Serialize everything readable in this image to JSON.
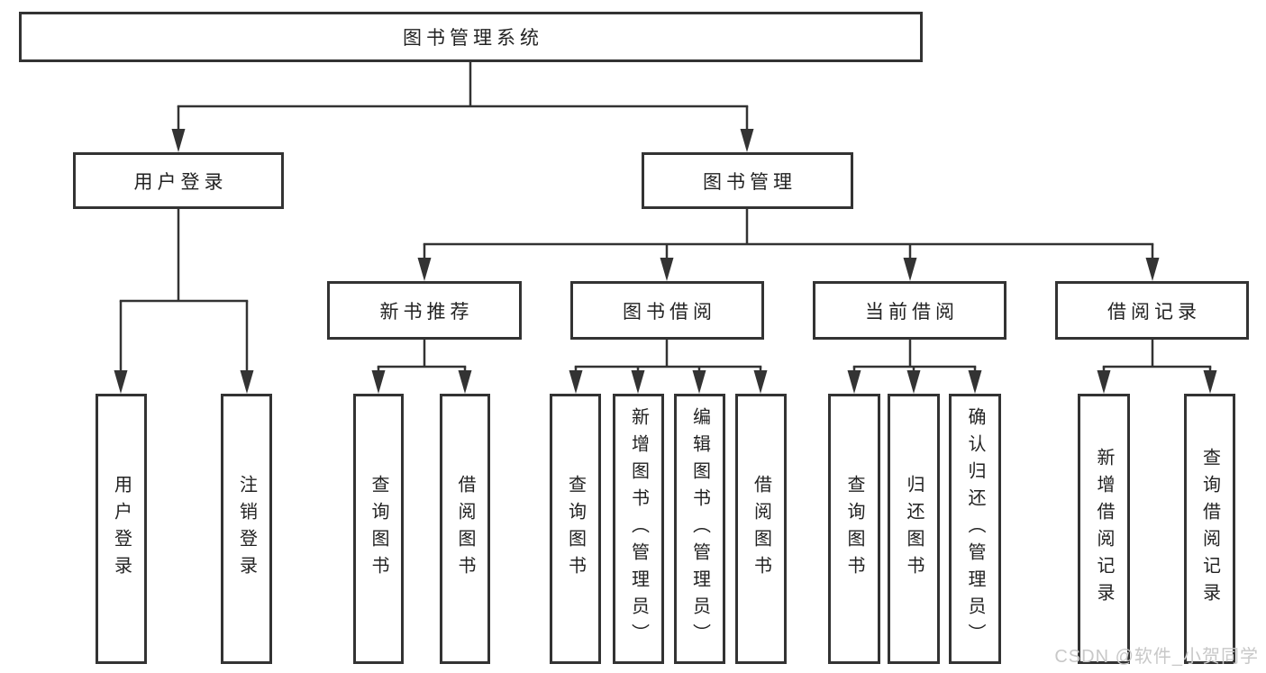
{
  "diagram": {
    "root": "图书管理系统",
    "level2": {
      "user_login": "用户登录",
      "book_management": "图书管理"
    },
    "level3": {
      "new_book_recommend": "新书推荐",
      "book_borrow": "图书借阅",
      "current_borrow": "当前借阅",
      "borrow_records": "借阅记录"
    },
    "leaves": {
      "user_login": [
        "用户登录",
        "注销登录"
      ],
      "new_book_recommend": [
        "查询图书",
        "借阅图书"
      ],
      "book_borrow": [
        "查询图书",
        "新增图书（管理员）",
        "编辑图书（管理员）",
        "借阅图书"
      ],
      "current_borrow": [
        "查询图书",
        "归还图书",
        "确认归还（管理员）"
      ],
      "borrow_records": [
        "新增借阅记录",
        "查询借阅记录"
      ]
    }
  },
  "watermark": "CSDN @软件_小贺同学",
  "colors": {
    "line": "#333333",
    "text": "#222222",
    "watermark": "#c8c8c8",
    "bg": "#ffffff"
  }
}
